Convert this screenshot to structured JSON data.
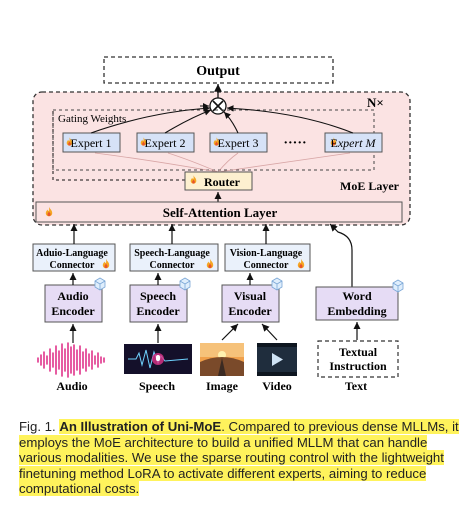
{
  "diagram": {
    "output": "Output",
    "moe_repeat": "N×",
    "gating_weights": "Gating Weights",
    "experts": [
      {
        "prefix": "E",
        "label": "xpert 1"
      },
      {
        "prefix": "E",
        "label": "xpert 2"
      },
      {
        "prefix": "E",
        "label": "xpert 3"
      },
      {
        "prefix": "E",
        "label": "xpert M"
      }
    ],
    "expert_ellipsis": "·····",
    "router": "Router",
    "moe_layer": "MoE Layer",
    "self_attention": "Self-Attention Layer",
    "connectors": [
      {
        "line1": "Aduio-Language",
        "line2": "Connector"
      },
      {
        "line1": "Speech-Language",
        "line2": "Connector"
      },
      {
        "line1": "Vision-Language",
        "line2": "Connector"
      }
    ],
    "encoders": [
      {
        "line1": "Audio",
        "line2": "Encoder"
      },
      {
        "line1": "Speech",
        "line2": "Encoder"
      },
      {
        "line1": "Visual",
        "line2": "Encoder"
      },
      {
        "line1": "Word",
        "line2": "Embedding"
      }
    ],
    "textual_instruction": {
      "line1": "Textual",
      "line2": "Instruction"
    },
    "inputs": [
      "Audio",
      "Speech",
      "Image",
      "Video",
      "Text"
    ],
    "colors": {
      "moe_bg": "#fbe3e3",
      "expert_bg": "#d6e2f7",
      "router_bg": "#fdf0d0",
      "connector_bg": "#eaf1fb",
      "encoder_bg": "#e6dcf5",
      "flame": "#f5a623",
      "audio_wave": "#e0338a",
      "highlight": "#fff35c"
    }
  },
  "caption": {
    "prefix": "Fig. 1. ",
    "title": "An Illustration of Uni-MoE",
    "body": ". Compared to previous dense MLLMs, it employs the MoE architecture to build a unified MLLM that can handle various modalities. We use the sparse routing control with the lightweight finetuning method LoRA to activate different experts, aiming to reduce computational costs."
  }
}
